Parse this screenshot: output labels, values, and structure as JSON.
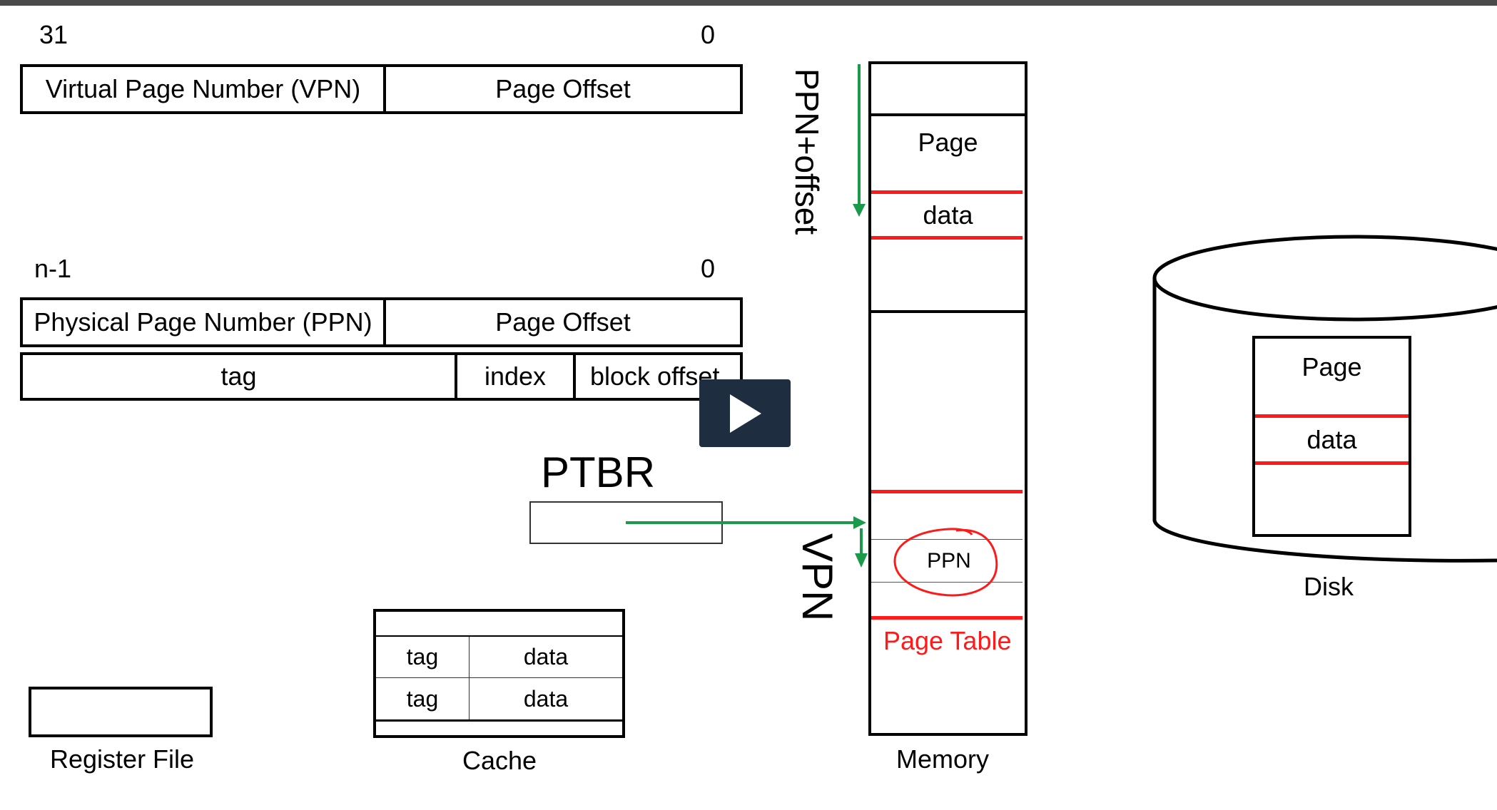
{
  "virtual_address": {
    "high_bit": "31",
    "low_bit": "0",
    "vpn_label": "Virtual Page Number (VPN)",
    "offset_label": "Page Offset"
  },
  "physical_address": {
    "high_bit": "n-1",
    "low_bit": "0",
    "ppn_label": "Physical Page Number (PPN)",
    "offset_label": "Page Offset",
    "tag_label": "tag",
    "index_label": "index",
    "block_offset_label": "block offset"
  },
  "ptbr": {
    "label": "PTBR"
  },
  "memory": {
    "label": "Memory",
    "page_label": "Page",
    "data_label": "data",
    "ppn_offset_arrow_label": "PPN+offset",
    "vpn_arrow_label": "VPN",
    "ppn_entry_label": "PPN",
    "page_table_label": "Page Table"
  },
  "disk": {
    "label": "Disk",
    "page_label": "Page",
    "data_label": "data"
  },
  "cache": {
    "label": "Cache",
    "rows": [
      {
        "tag": "tag",
        "data": "data"
      },
      {
        "tag": "tag",
        "data": "data"
      }
    ]
  },
  "register_file": {
    "label": "Register File"
  },
  "video": {
    "play_icon": "play-icon"
  },
  "colors": {
    "arrow": "#1a9a4a",
    "page_table": "#ff1a1a",
    "player_bg": "#1f2d40"
  }
}
